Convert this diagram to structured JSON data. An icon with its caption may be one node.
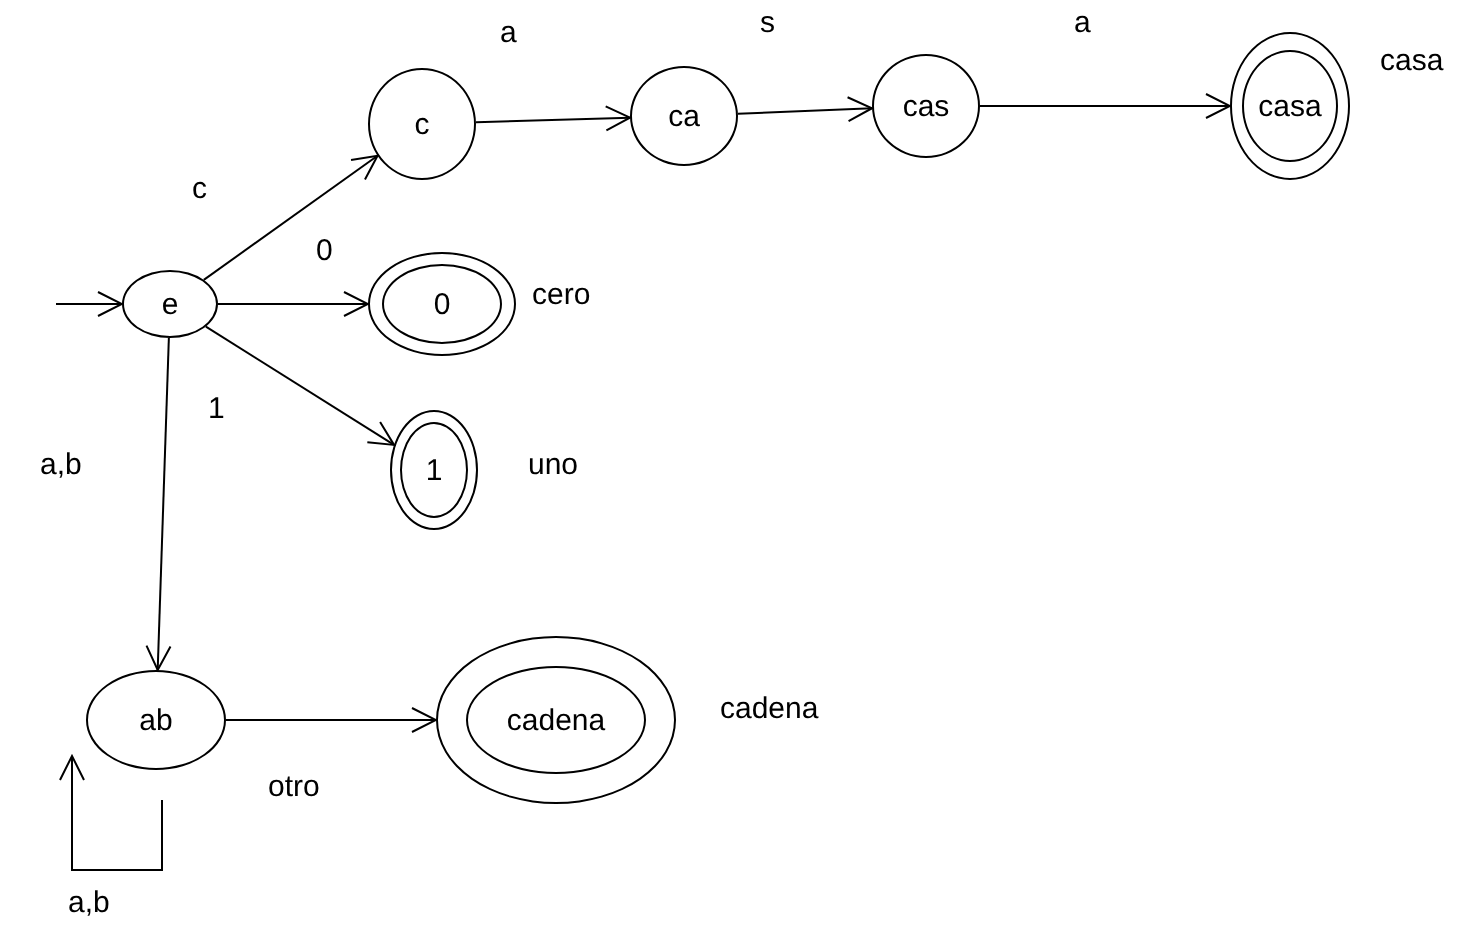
{
  "diagram": {
    "nodes": [
      {
        "text": [
          "e"
        ]
      },
      {
        "text": [
          "c"
        ]
      },
      {
        "text": [
          "ca"
        ]
      },
      {
        "text": [
          "cas"
        ]
      },
      {
        "text": [
          "casa"
        ],
        "beside": [
          "casa"
        ]
      },
      {
        "text": [
          "0"
        ],
        "beside": [
          "cero"
        ]
      },
      {
        "text": [
          "1"
        ],
        "beside": [
          "uno"
        ]
      },
      {
        "text": [
          "ab"
        ]
      },
      {
        "text": [
          "cadena"
        ],
        "beside": [
          "cadena"
        ]
      }
    ],
    "edges": [
      {
        "from": null,
        "to": 0,
        "arrow": "to"
      },
      {
        "from": 0,
        "to": 1,
        "arrow": "to",
        "label": "c"
      },
      {
        "from": 1,
        "to": 2,
        "arrow": "to",
        "label": "a"
      },
      {
        "from": 2,
        "to": 3,
        "arrow": "to",
        "label": "s"
      },
      {
        "from": 3,
        "to": 4,
        "arrow": "to",
        "label": "a"
      },
      {
        "from": 0,
        "to": 5,
        "arrow": "to",
        "label": "0"
      },
      {
        "from": 0,
        "to": 6,
        "arrow": "to",
        "label": "1"
      },
      {
        "from": 0,
        "to": 7,
        "arrow": "to",
        "label": "a,b"
      },
      {
        "from": 7,
        "to": 8,
        "arrow": "to",
        "label": "otro"
      },
      {
        "from": 7,
        "to": 7,
        "arrow": "to",
        "label": "a,b"
      }
    ]
  }
}
